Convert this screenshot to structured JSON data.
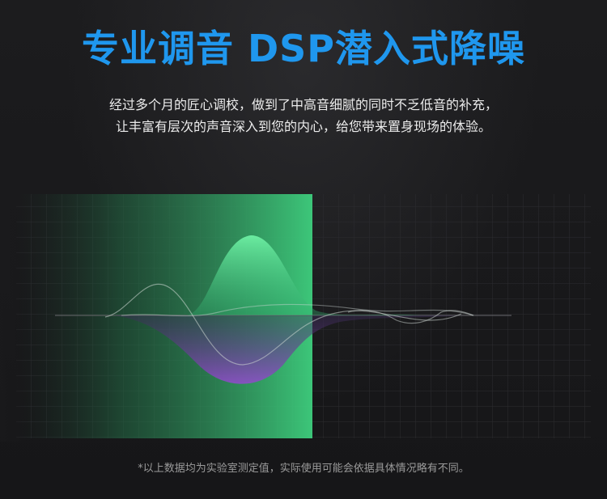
{
  "header": {
    "title": "专业调音 DSP潜入式降噪"
  },
  "description": {
    "line1": "经过多个月的匠心调校，做到了中高音细腻的同时不乏低音的补充，",
    "line2": "让丰富有层次的声音深入到您的内心，给您带来置身现场的体验。"
  },
  "footnote": "*以上数据均为实验室测定值，实际使用可能会依据具体情况略有不同。",
  "colors": {
    "title": "#1f97ee",
    "green_band": "#3ecf7e",
    "purple_wave": "#8e3fc4",
    "background": "#1a1a1c"
  }
}
